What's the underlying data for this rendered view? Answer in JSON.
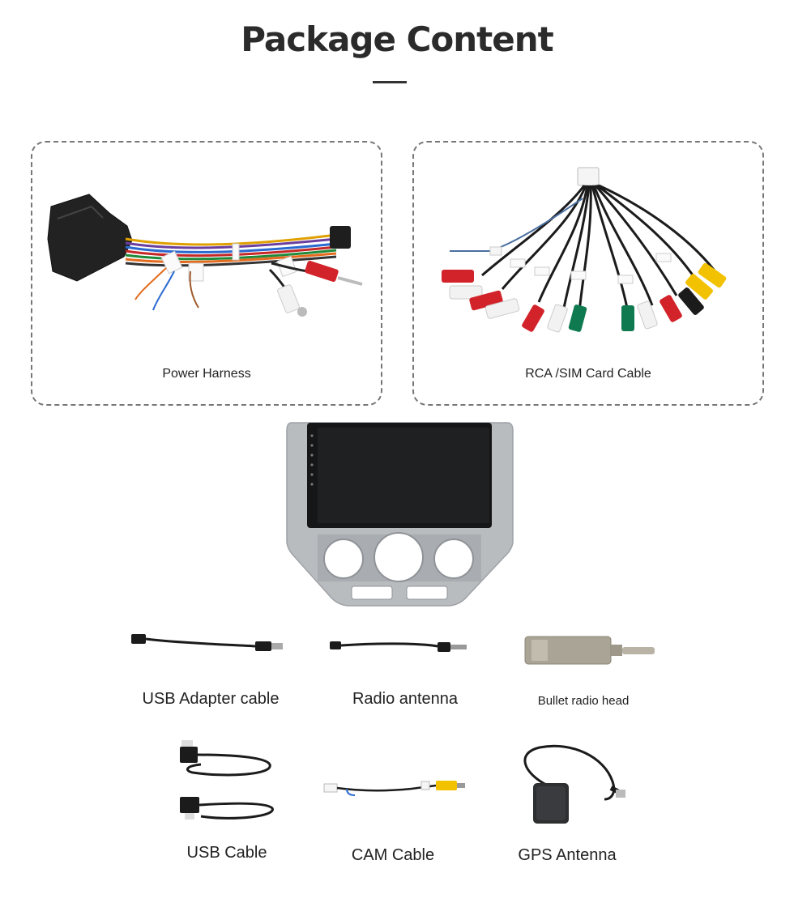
{
  "page": {
    "title": "Package Content"
  },
  "items": {
    "power_harness": "Power Harness",
    "rca_sim_cable": "RCA /SIM Card Cable",
    "usb_adapter_cable": "USB Adapter cable",
    "radio_antenna": "Radio antenna",
    "bullet_radio_head": "Bullet radio head",
    "usb_cable": "USB Cable",
    "cam_cable": "CAM Cable",
    "gps_antenna": "GPS Antenna"
  },
  "colors": {
    "frame_silver": "#b9bcbf",
    "screen_black": "#151617",
    "rca_red": "#d2232a",
    "rca_white": "#f2f2f2",
    "rca_yellow": "#f2c200",
    "rca_green": "#0f7a50",
    "cable_black": "#1b1b1b"
  }
}
